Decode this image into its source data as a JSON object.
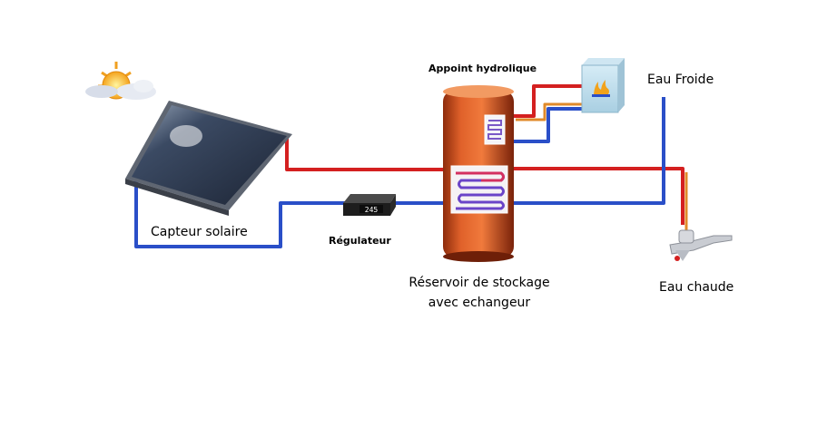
{
  "labels": {
    "solar_collector": "Capteur solaire",
    "regulator": "Régulateur",
    "hydraulic_backup": "Appoint hydrolique",
    "cold_water": "Eau Froide",
    "hot_water": "Eau chaude",
    "storage_tank_line1": "Réservoir de stockage",
    "storage_tank_line2": "avec echangeur"
  },
  "regulator_display": "245",
  "colors": {
    "hot_pipe": "#d42020",
    "cold_pipe": "#2a4fc8",
    "tank": "#d9531e",
    "feed_pipe": "#e08a2a",
    "panel": "#2d3a4e"
  }
}
